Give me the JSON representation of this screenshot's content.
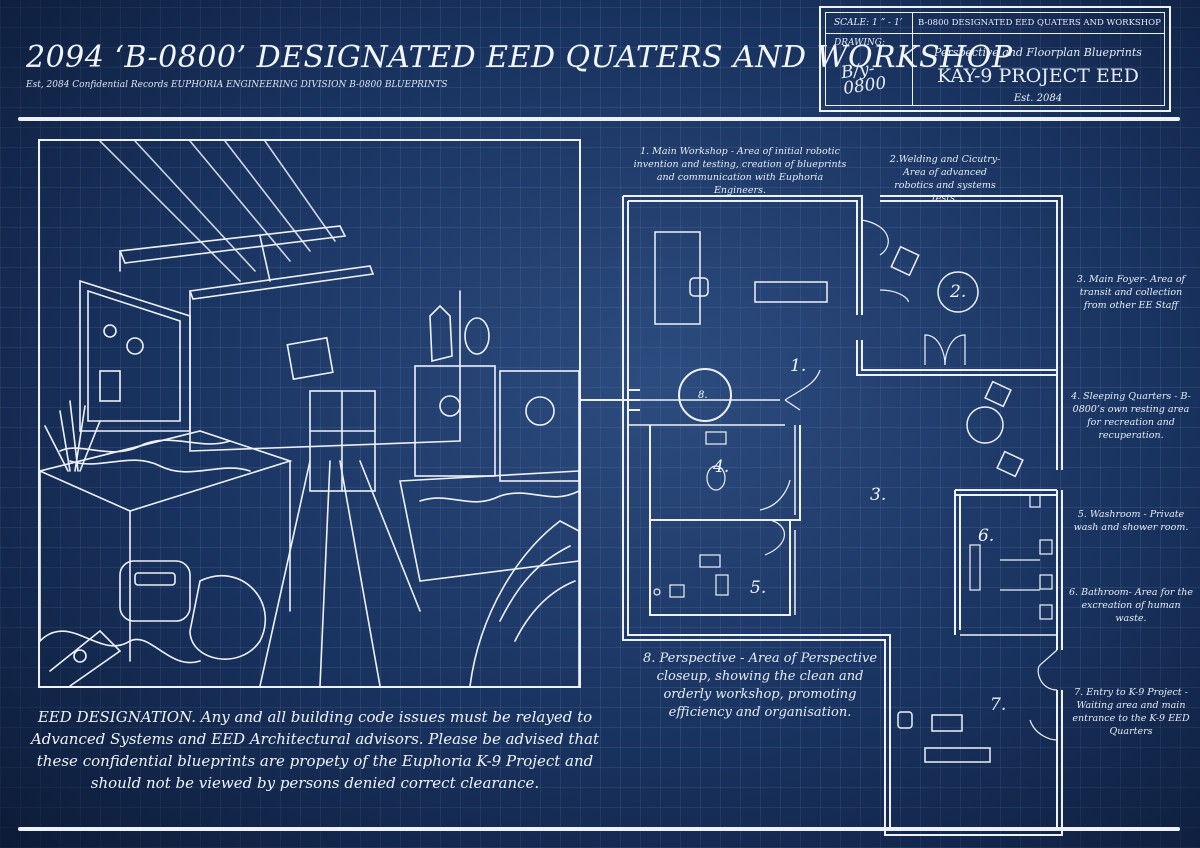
{
  "header": {
    "title": "2094 ‘B-0800’ DESIGNATED EED QUATERS AND WORKSHOP",
    "subtitle": "Est, 2084 Confidential Records EUPHORIA ENGINEERING DIVISION B-0800 BLUEPRINTS"
  },
  "title_block": {
    "scale": "SCALE: 1 ” - 1’",
    "heading": "B-0800 DESIGNATED EED QUATERS AND WORKSHOP",
    "drawing_label": "DRAWING:",
    "signature": "B/y- 0800",
    "drawing_type": "Perspective and Floorplan Blueprints",
    "project": "KAY-9 PROJECT EED",
    "est": "Est. 2084"
  },
  "disclaimer": "EED DESIGNATION. Any and all building code issues must be relayed to Advanced Systems and EED Architectural advisors. Please be advised that these confidential blueprints are propety of the Euphoria K-9 Project and should not be viewed by persons denied correct clearance.",
  "room_labels": [
    "1.",
    "2.",
    "3.",
    "4.",
    "5.",
    "6.",
    "7.",
    "8."
  ],
  "notes": {
    "n1": "1. Main Workshop - Area of initial robotic invention and testing, creation of blueprints and communication with Euphoria Engineers.",
    "n2": "2.Welding and Cicutry- Area of advanced robotics and systems tests.",
    "n3": "3. Main Foyer- Area of transit and collection from other EE Staff",
    "n4": "4. Sleeping Quarters - B-0800’s own resting area for recreation and recuperation.",
    "n5": "5. Washroom - Private wash and shower room.",
    "n6": "6. Bathroom- Area for the excreation of human waste.",
    "n7": "7. Entry to K-9 Project - Waiting area and main entrance to the K-9 EED Quarters",
    "n8": "8. Perspective - Area of Perspective closeup, showing the clean and orderly workshop, promoting efficiency and organisation."
  },
  "colors": {
    "background": "#1a3563",
    "ink": "#eef2f8"
  }
}
